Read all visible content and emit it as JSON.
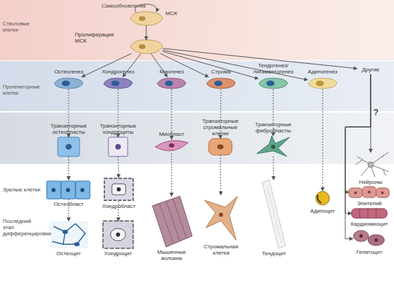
{
  "diagram": {
    "nodes": [
      {
        "text": [
          "Стволовые клетки"
        ]
      },
      {
        "text": [
          "МСК"
        ],
        "in": 0
      },
      {
        "text": [
          "Пролиферация МСК"
        ],
        "in": 0
      },
      {
        "text": [
          "Прогениторные клетки"
        ]
      },
      {
        "text": [
          "Остеогенез"
        ],
        "in": 3
      },
      {
        "text": [
          "Хондрогенез"
        ],
        "in": 3
      },
      {
        "text": [
          "Миогенез"
        ],
        "in": 3
      },
      {
        "text": [
          "Строма"
        ],
        "in": 3
      },
      {
        "text": [
          "Тендогенез/ лигаментогенез"
        ],
        "in": 3
      },
      {
        "text": [
          "Адипогенез"
        ],
        "in": 3
      },
      {
        "text": [
          "Другие"
        ],
        "in": 3
      },
      {
        "text": [
          "Транзиторные остеобласты"
        ]
      },
      {
        "text": [
          "Транзиторные хондроциты"
        ]
      },
      {
        "text": [
          "Миобласт"
        ]
      },
      {
        "text": [
          "Транзиторные стромальные клетки"
        ]
      },
      {
        "text": [
          "Транзиторные фибробласты"
        ]
      },
      {
        "text": [
          "Остеобласт"
        ]
      },
      {
        "text": [
          "Хондробласт"
        ]
      },
      {
        "text": [
          "Адипоцит"
        ]
      },
      {
        "text": [
          "Нейроны"
        ]
      },
      {
        "text": [
          "Эпителий"
        ]
      },
      {
        "text": [
          "Кардиомиоцит"
        ]
      },
      {
        "text": [
          "Остеоцит"
        ]
      },
      {
        "text": [
          "Хондроцит"
        ]
      },
      {
        "text": [
          "Мышечные волокна"
        ]
      },
      {
        "text": [
          "Стромальная клетка"
        ]
      },
      {
        "text": [
          "Тендоцит"
        ]
      },
      {
        "text": [
          "Гепатоцит"
        ]
      }
    ],
    "edges": [
      {
        "from": 1,
        "to": 2,
        "arrow": "to"
      },
      {
        "from": 2,
        "to": 4,
        "arrow": "to"
      },
      {
        "from": 2,
        "to": 5,
        "arrow": "to"
      },
      {
        "from": 2,
        "to": 6,
        "arrow": "to"
      },
      {
        "from": 2,
        "to": 7,
        "arrow": "to"
      },
      {
        "from": 2,
        "to": 8,
        "arrow": "to"
      },
      {
        "from": 2,
        "to": 9,
        "arrow": "to"
      },
      {
        "from": 2,
        "to": 10,
        "arrow": "to"
      },
      {
        "from": 4,
        "to": 11,
        "arrow": "to"
      },
      {
        "from": 5,
        "to": 12,
        "arrow": "to"
      },
      {
        "from": 6,
        "to": 13,
        "arrow": "to"
      },
      {
        "from": 7,
        "to": 14,
        "arrow": "to"
      },
      {
        "from": 8,
        "to": 15,
        "arrow": "to"
      },
      {
        "from": 9,
        "to": 18,
        "arrow": "to"
      },
      {
        "from": 11,
        "to": 16,
        "arrow": "to"
      },
      {
        "from": 12,
        "to": 17,
        "arrow": "to"
      },
      {
        "from": 13,
        "to": 24,
        "arrow": "to"
      },
      {
        "from": 14,
        "to": 25,
        "arrow": "to"
      },
      {
        "from": 15,
        "to": 26,
        "arrow": "to"
      },
      {
        "from": 16,
        "to": 22,
        "arrow": "to"
      },
      {
        "from": 17,
        "to": 23,
        "arrow": "to"
      },
      {
        "from": 10,
        "to": 19,
        "label": "?",
        "arrow": "to"
      },
      {
        "from": 10,
        "to": 20,
        "arrow": "to"
      },
      {
        "from": 10,
        "to": 21,
        "arrow": "to"
      },
      {
        "from": 10,
        "to": 27,
        "arrow": "to"
      }
    ],
    "labels": [
      "Самообновление",
      "Зрелые клетки",
      "Последний этап дифференцировки"
    ]
  }
}
